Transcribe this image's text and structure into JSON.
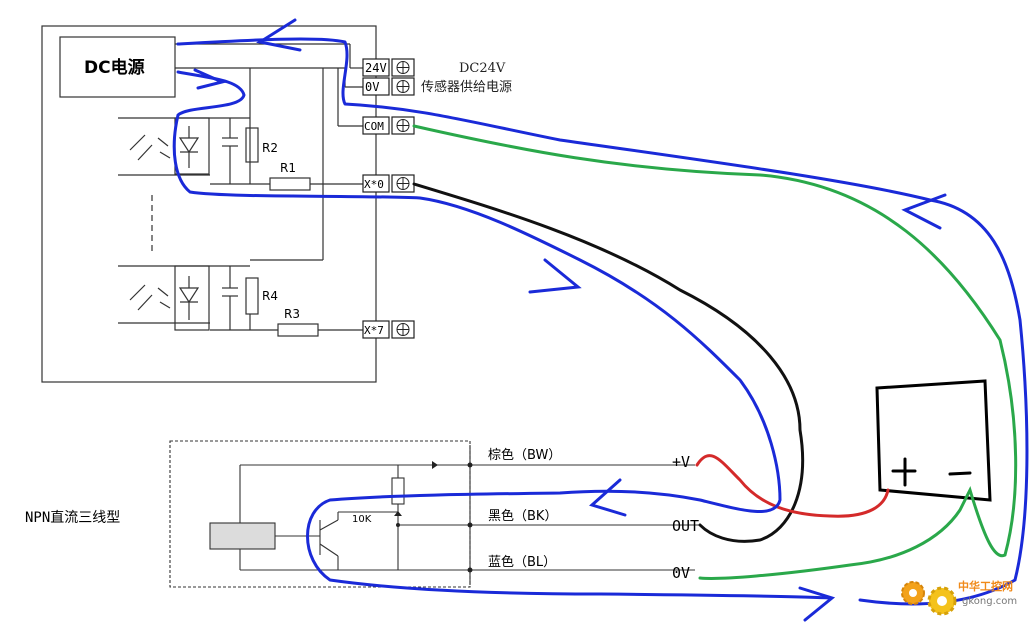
{
  "plc_module": {
    "dc_supply_label": "DC电源",
    "terminals": [
      {
        "label": "24V"
      },
      {
        "label": "0V"
      },
      {
        "label": "COM"
      },
      {
        "label": "X*0"
      },
      {
        "label": "X*7"
      }
    ],
    "supply_note": {
      "line1": "DC24V",
      "line2": "传感器供给电源"
    },
    "resistors": {
      "r1": "R1",
      "r2": "R2",
      "r3": "R3",
      "r4": "R4"
    }
  },
  "sensor": {
    "title": "NPN直流三线型",
    "resistor_value": "10K",
    "wires": [
      {
        "color_name": "棕色（BW）",
        "terminal": "+V"
      },
      {
        "color_name": "黑色（BK）",
        "terminal": "OUT"
      },
      {
        "color_name": "蓝色（BL）",
        "terminal": "0V"
      }
    ]
  },
  "battery": {
    "plus": "+",
    "minus": "−"
  },
  "watermark": {
    "text": "中华工控网",
    "url": "gkong.com"
  },
  "colors": {
    "current_path": "#1a2ad8",
    "com_wire": "#2aa84a",
    "signal_wire": "#111111",
    "positive_wire": "#d42a2a"
  }
}
